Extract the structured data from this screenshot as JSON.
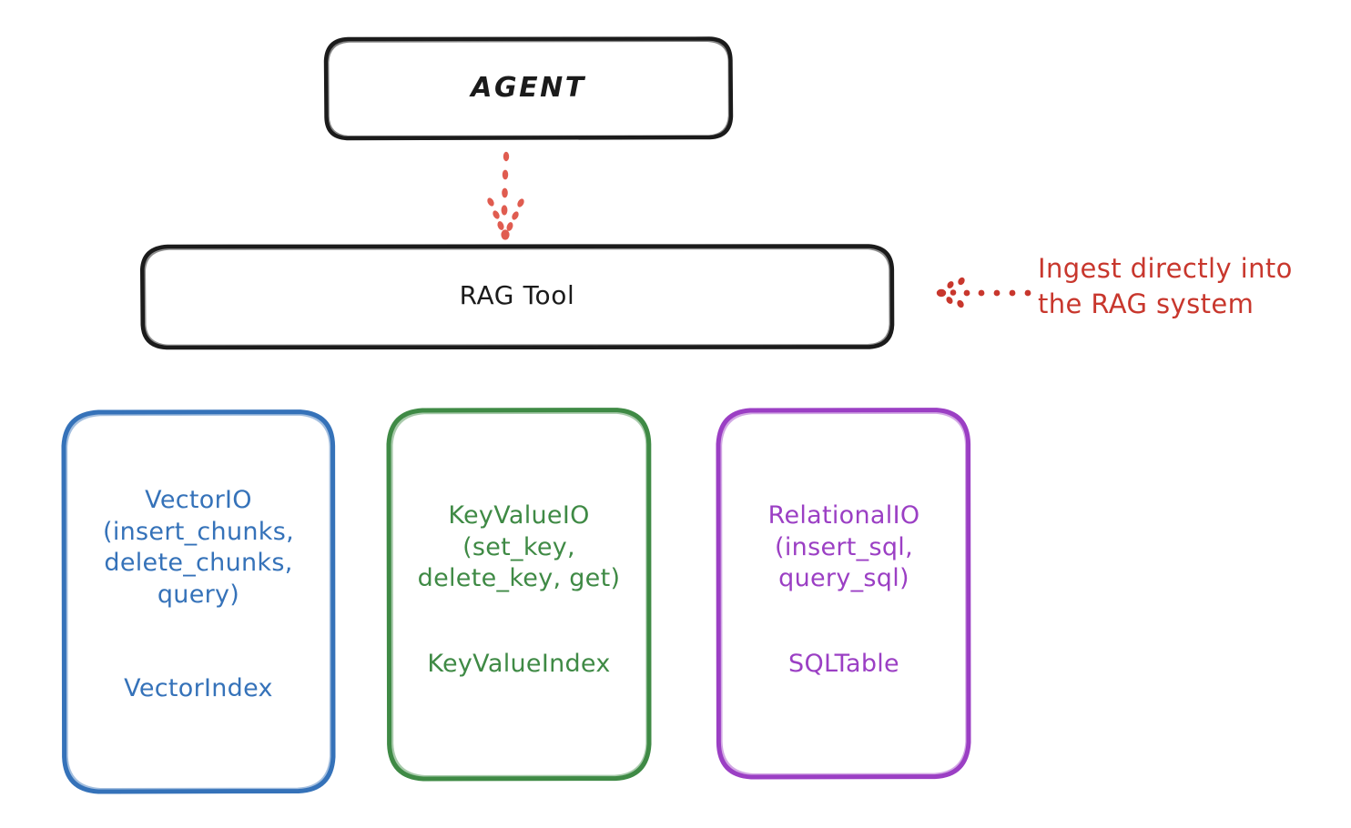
{
  "diagram": {
    "title_node": {
      "id": "agent",
      "label": "AGENT",
      "stroke": "#1b1b1b"
    },
    "tool_node": {
      "id": "rag-tool",
      "label": "RAG Tool",
      "stroke": "#1b1b1b"
    },
    "providers": [
      {
        "id": "vector-io",
        "api_label": "VectorIO\n(insert_chunks,\ndelete_chunks,\nquery)",
        "resource_label": "VectorIndex",
        "color": "#3572b9"
      },
      {
        "id": "key-value-io",
        "api_label": "KeyValueIO\n(set_key,\ndelete_key, get)",
        "resource_label": "KeyValueIndex",
        "color": "#3f8a45"
      },
      {
        "id": "relational-io",
        "api_label": "RelationalIO\n(insert_sql,\nquery_sql)",
        "resource_label": "SQLTable",
        "color": "#9b3fc4"
      }
    ],
    "annotation": {
      "text": "Ingest directly into\nthe RAG system",
      "color": "#c8372d"
    },
    "connectors": [
      {
        "id": "agent-to-rag-tool",
        "style": "dotted-arrow",
        "direction": "down",
        "color": "#e05c50"
      },
      {
        "id": "ingest-to-rag-tool",
        "style": "dotted-arrow",
        "direction": "left",
        "color": "#c8372d"
      }
    ]
  }
}
